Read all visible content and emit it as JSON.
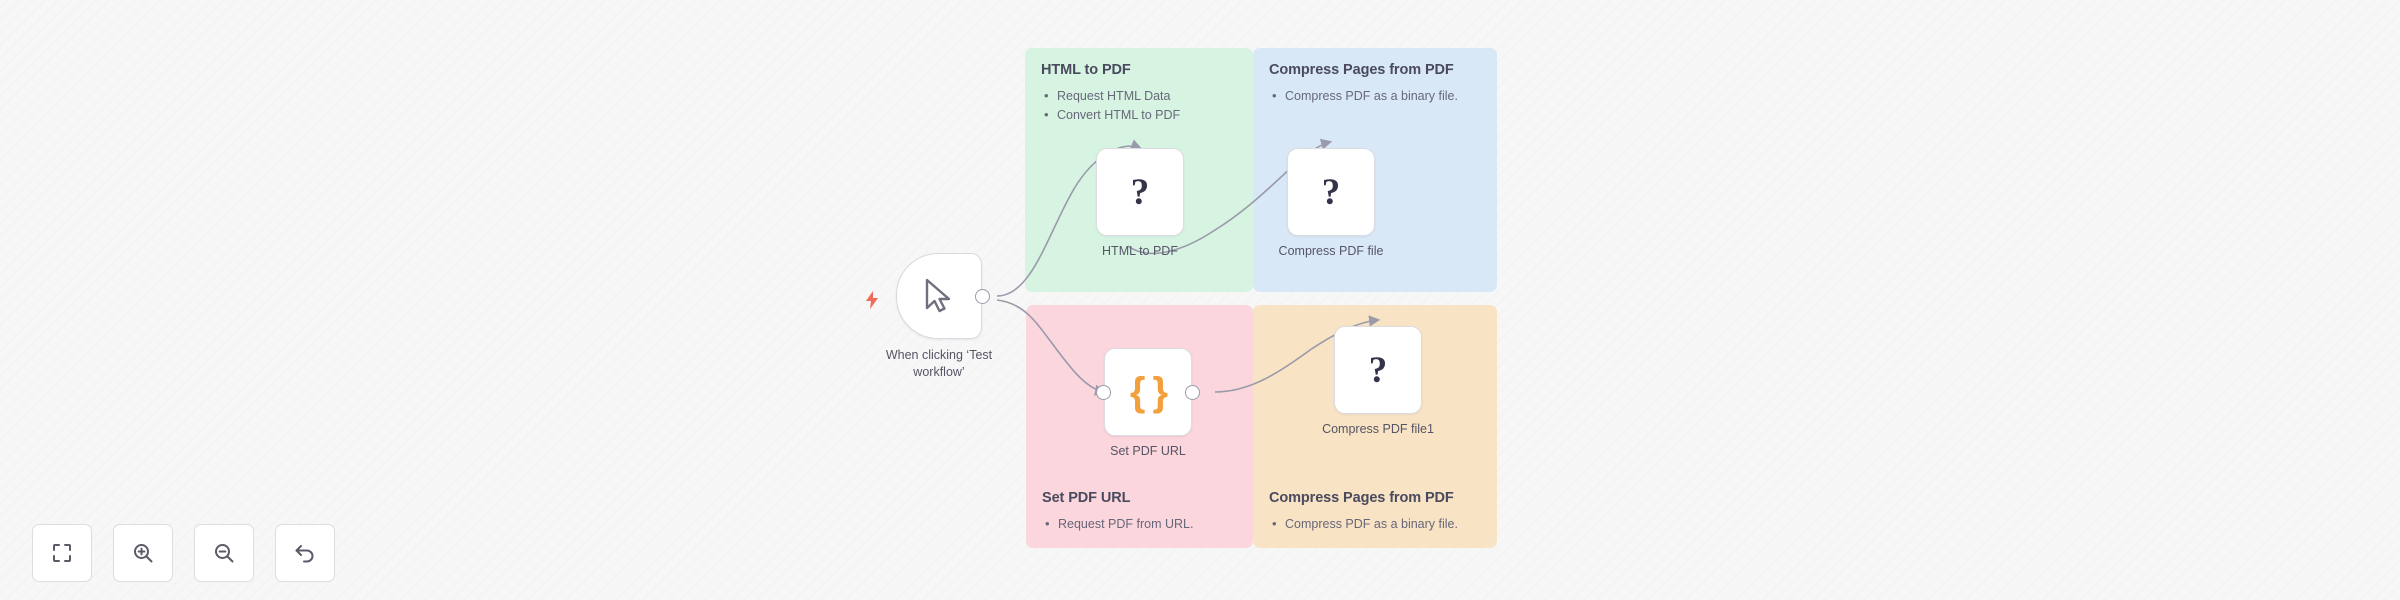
{
  "app": {
    "name": "n8n-workflow-canvas",
    "background_color": "#f7f7f7"
  },
  "colors": {
    "sticky_green": "#d7f4e2",
    "sticky_blue": "#d9e8f7",
    "sticky_pink": "#fbd6dc",
    "sticky_orange": "#f8e3c4",
    "node_white": "#ffffff",
    "accent_orange": "#f2a03c",
    "trigger_bolt_red": "#f06a5a",
    "edge_gray": "#9a9aaa",
    "text_dark": "#4a4a5e",
    "text_muted": "#67677a"
  },
  "sticky_notes": [
    {
      "id": "sticky-html-to-pdf",
      "title": "HTML to PDF",
      "items": [
        "Request HTML Data",
        "Convert HTML to PDF"
      ],
      "color": "#d7f4e2",
      "title_position": "top"
    },
    {
      "id": "sticky-compress-pages-top",
      "title": "Compress Pages from PDF",
      "items": [
        "Compress PDF as a binary file."
      ],
      "color": "#d9e8f7",
      "title_position": "top"
    },
    {
      "id": "sticky-set-pdf-url",
      "title": "Set PDF URL",
      "items": [
        "Request PDF from URL."
      ],
      "color": "#fbd6dc",
      "title_position": "bottom"
    },
    {
      "id": "sticky-compress-pages-bottom",
      "title": "Compress Pages from PDF",
      "items": [
        "Compress PDF as a binary file."
      ],
      "color": "#f8e3c4",
      "title_position": "bottom"
    }
  ],
  "trigger": {
    "label_line1": "When clicking ‘Test",
    "label_line2": "workflow’",
    "icon": "mouse-cursor-icon",
    "badge_icon": "lightning-bolt-icon"
  },
  "nodes": [
    {
      "id": "node-html-to-pdf",
      "label": "HTML to PDF",
      "icon": "question-mark-icon"
    },
    {
      "id": "node-compress-pdf-file",
      "label": "Compress PDF file",
      "icon": "question-mark-icon"
    },
    {
      "id": "node-set-pdf-url",
      "label": "Set PDF URL",
      "icon": "curly-braces-icon",
      "glyph": "{ }"
    },
    {
      "id": "node-compress-pdf-file1",
      "label": "Compress PDF file1",
      "icon": "question-mark-icon"
    }
  ],
  "toolbar": {
    "buttons": [
      {
        "id": "fit-to-view",
        "icon": "fit-view-icon",
        "title": "Fit to view"
      },
      {
        "id": "zoom-in",
        "icon": "zoom-in-icon",
        "title": "Zoom in"
      },
      {
        "id": "zoom-out",
        "icon": "zoom-out-icon",
        "title": "Zoom out"
      },
      {
        "id": "reset-zoom",
        "icon": "undo-arrow-icon",
        "title": "Reset zoom"
      }
    ]
  }
}
